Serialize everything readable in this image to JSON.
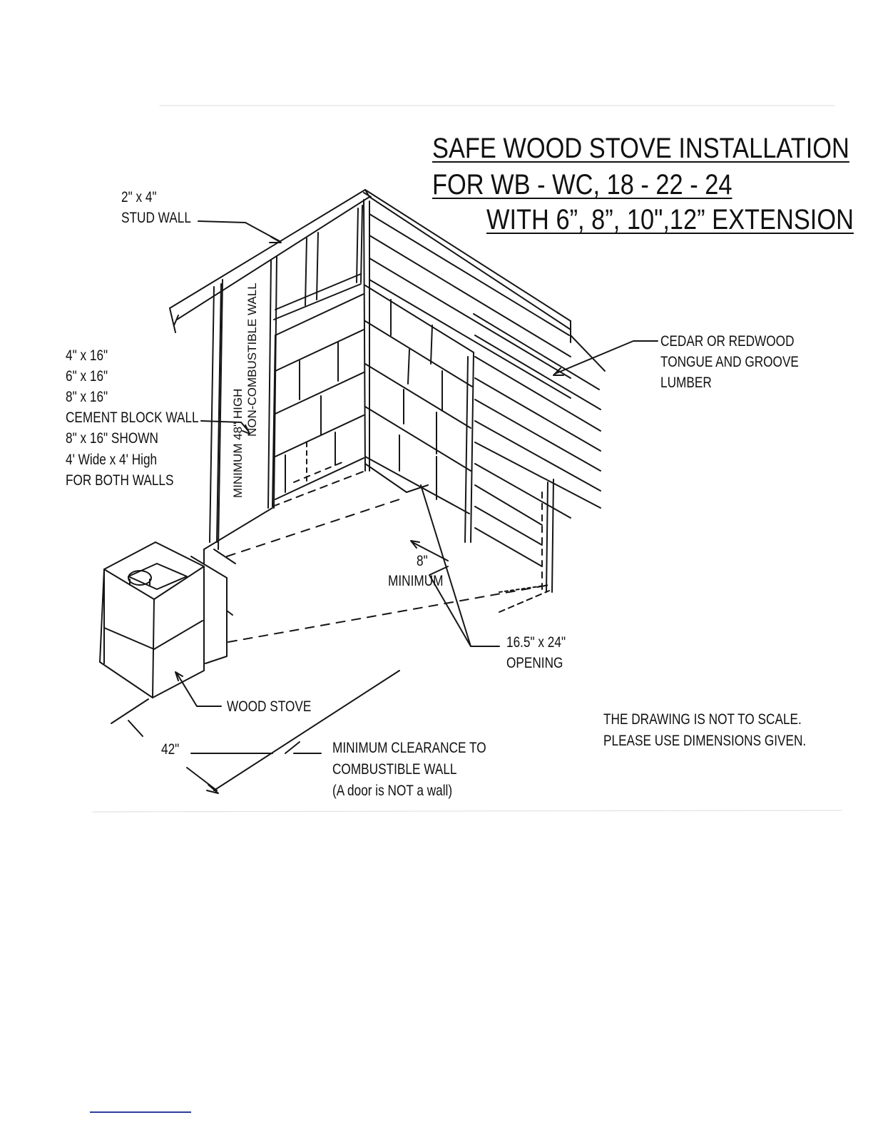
{
  "title": {
    "line1": "SAFE WOOD STOVE INSTALLATION",
    "line2": "FOR WB - WC, 18 - 22 - 24",
    "line3": "WITH 6”, 8”, 10\",12” EXTENSION"
  },
  "labels": {
    "stud_wall": [
      "2\" x 4\"",
      "STUD WALL"
    ],
    "block_wall": [
      "4\" x 16\"",
      "6\" x 16\"",
      "8\" x 16\"",
      "CEMENT BLOCK WALL",
      "8\" x 16\" SHOWN",
      "4' Wide x 4' High",
      "FOR BOTH WALLS"
    ],
    "vertical_left": "MINIMUM  48\" HIGH",
    "vertical_right": "NON-COMBUSTIBLE WALL",
    "cedar": [
      "CEDAR OR REDWOOD",
      "TONGUE AND GROOVE",
      "LUMBER"
    ],
    "eight_inch": "8\"",
    "minimum": "MINIMUM",
    "opening": [
      "16.5\" x 24\"",
      "OPENING"
    ],
    "wood_stove": "WOOD STOVE",
    "forty_two": "42\"",
    "clearance": [
      "MINIMUM CLEARANCE TO",
      "COMBUSTIBLE WALL",
      "(A door is NOT a wall)"
    ],
    "scale_note": [
      "THE DRAWING IS NOT TO SCALE.",
      "PLEASE USE DIMENSIONS GIVEN."
    ]
  }
}
